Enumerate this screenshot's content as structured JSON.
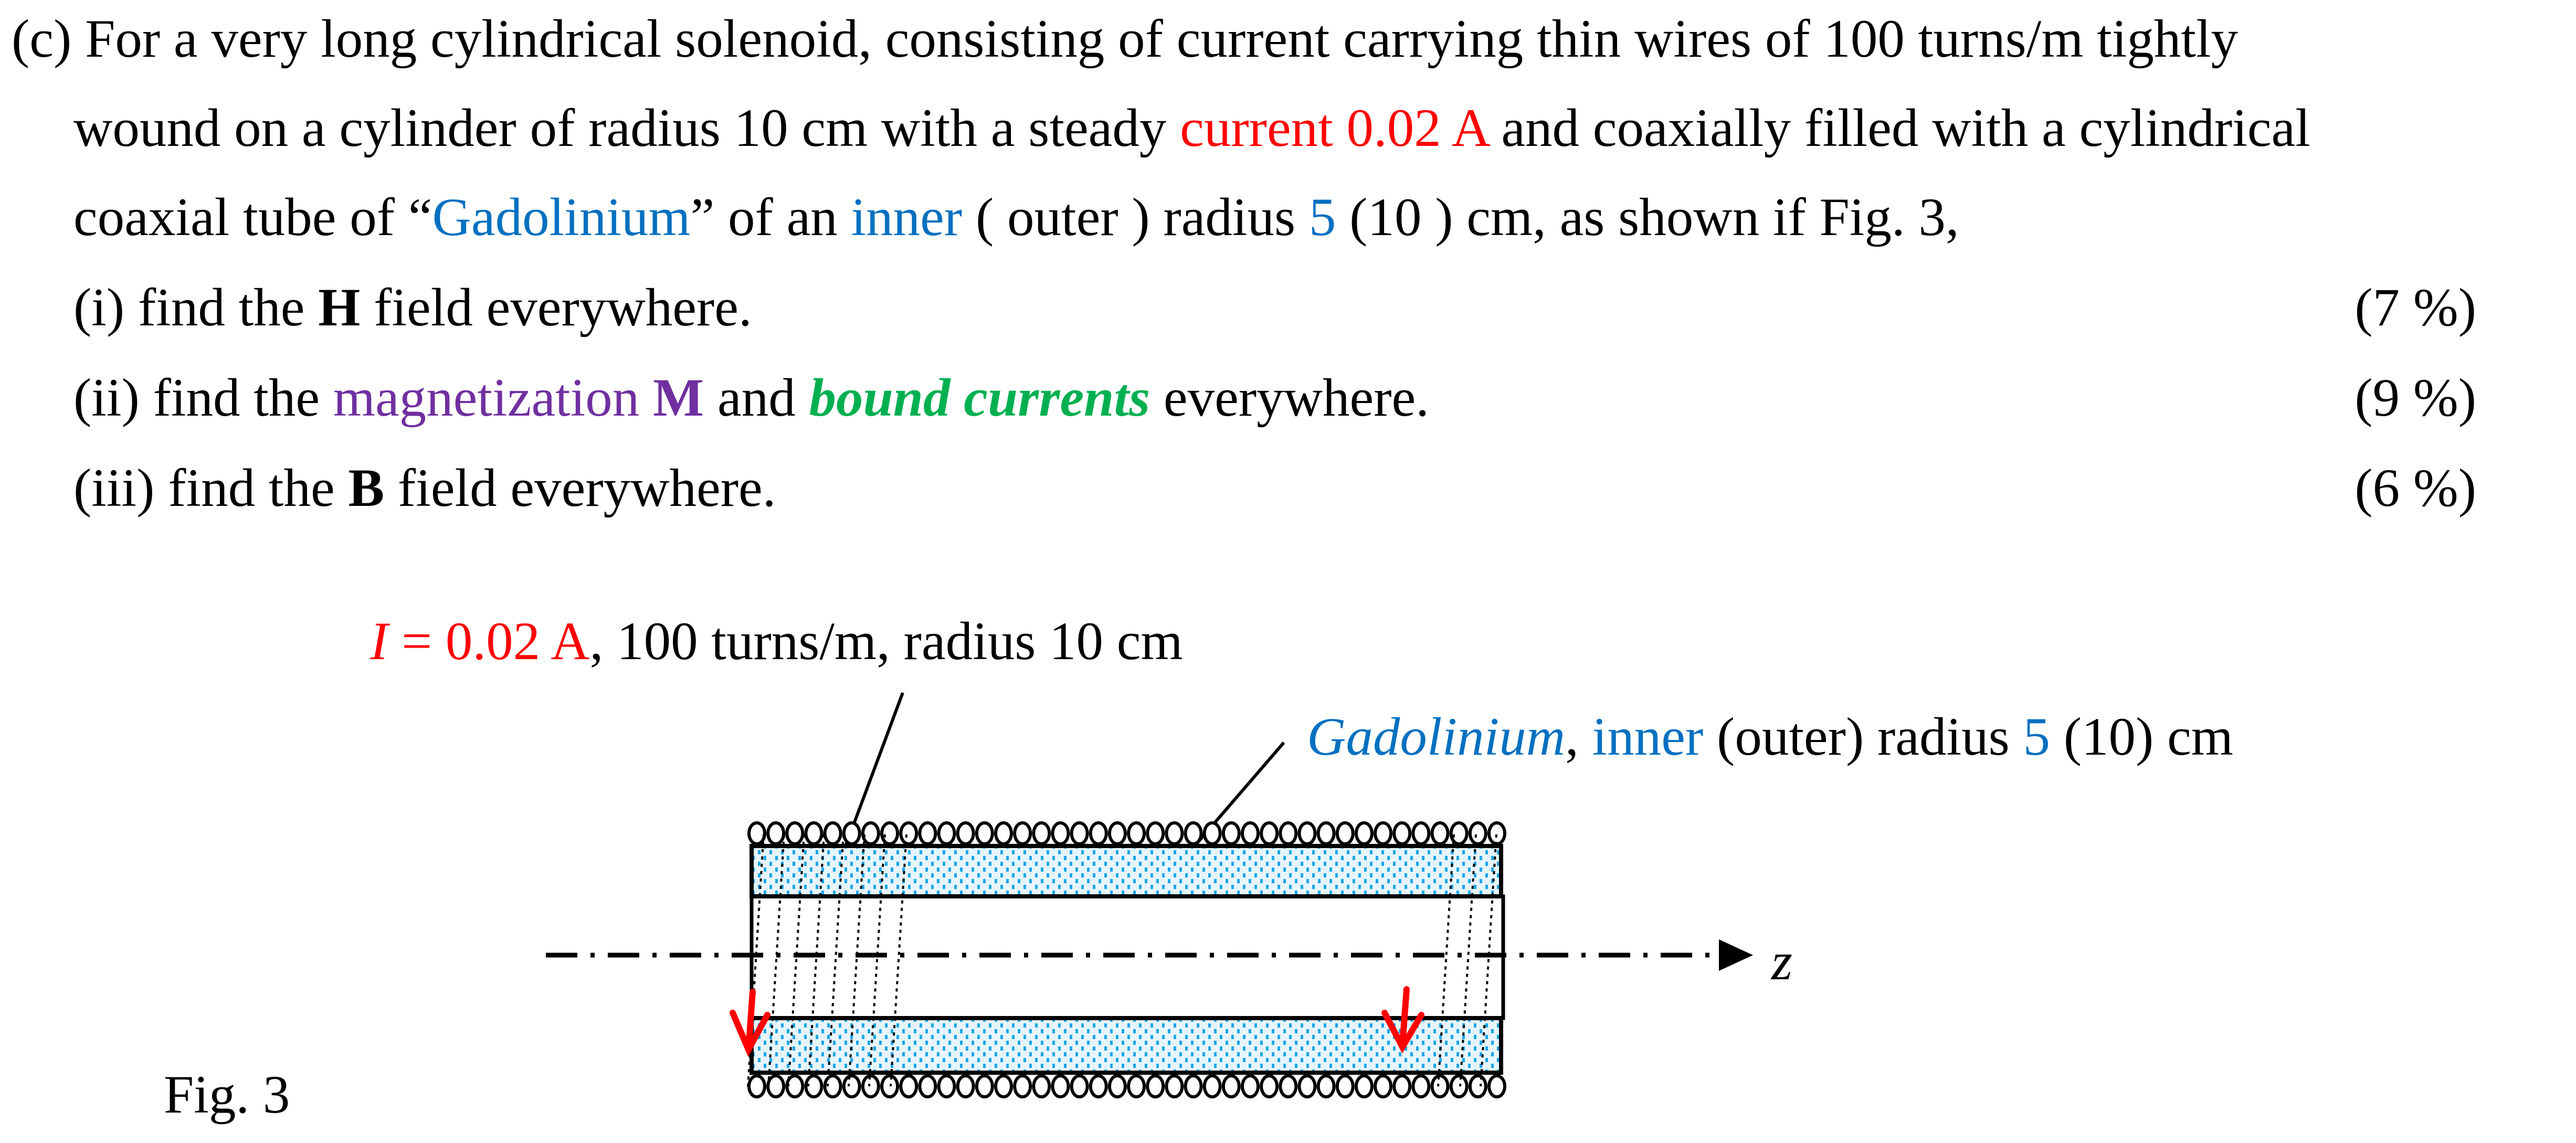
{
  "question": {
    "line1": "(c) For a very long cylindrical solenoid, consisting of current carrying thin wires of 100 turns/m tightly",
    "line2_a": "wound on a cylinder of radius 10 cm with a steady ",
    "line2_b": "current 0.02 A",
    "line2_c": " and coaxially filled with a cylindrical",
    "line3_a": "coaxial tube of “",
    "line3_b": "Gadolinium",
    "line3_c": "” of an ",
    "line3_d": "inner",
    "line3_e": " ( outer ) radius ",
    "line3_f": "5",
    "line3_g": " (10 ) cm, as shown if Fig. 3,",
    "parts": [
      {
        "prefix": "(i) find the ",
        "bold": "H",
        "suffix": " field everywhere.",
        "points": "(7 %)"
      },
      {
        "prefix": "(ii) find the ",
        "colored": "magnetization ",
        "bold": "M",
        "mid": " and ",
        "emph": "bound currents",
        "suffix": " everywhere.",
        "points": "(9 %)"
      },
      {
        "prefix": "(iii) find the ",
        "bold": "B",
        "suffix": " field everywhere.",
        "points": "(6 %)"
      }
    ]
  },
  "figure": {
    "label_current_a": "I",
    "label_current_b": " = 0.02 A",
    "label_current_c": ", 100 turns/m, radius 10 cm",
    "label_gd_a": "Gadolinium",
    "label_gd_b": ", ",
    "label_gd_c": "inner",
    "label_gd_d": " (outer) radius ",
    "label_gd_e": "5",
    "label_gd_f": " (10) cm",
    "axis_label": "z",
    "caption": "Fig. 3"
  },
  "colors": {
    "current": "#ff0000",
    "material": "#0070c0",
    "magnetization": "#7030a0",
    "bound_currents": "#00b050",
    "stipple": "#1aa6e8"
  }
}
